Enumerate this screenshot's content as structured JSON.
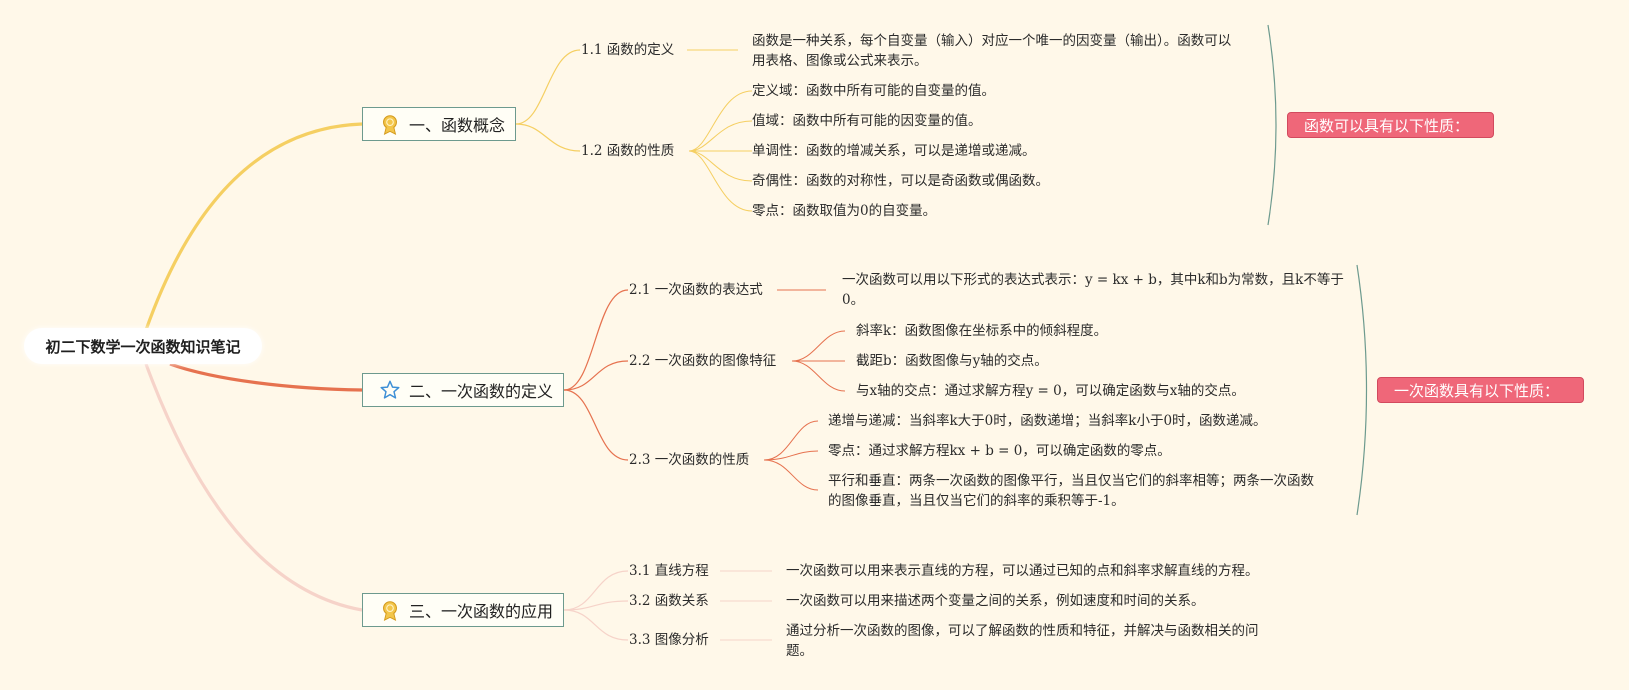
{
  "root": {
    "title": "初二下数学一次函数知识笔记"
  },
  "branches": [
    {
      "label": "一、函数概念",
      "icon": "medal-icon",
      "summary": "函数可以具有以下性质：",
      "children": [
        {
          "label": "1.1 函数的定义",
          "notes": [
            "函数是一种关系，每个自变量（输入）对应一个唯一的因变量（输出）。函数可以用表格、图像或公式来表示。"
          ]
        },
        {
          "label": "1.2 函数的性质",
          "notes": [
            "定义域：函数中所有可能的自变量的值。",
            "值域：函数中所有可能的因变量的值。",
            "单调性：函数的增减关系，可以是递增或递减。",
            "奇偶性：函数的对称性，可以是奇函数或偶函数。",
            "零点：函数取值为0的自变量。"
          ]
        }
      ]
    },
    {
      "label": "二、一次函数的定义",
      "icon": "star-icon",
      "summary": "一次函数具有以下性质：",
      "children": [
        {
          "label": "2.1 一次函数的表达式",
          "notes": [
            "一次函数可以用以下形式的表达式表示：y = kx + b，其中k和b为常数，且k不等于0。"
          ]
        },
        {
          "label": "2.2 一次函数的图像特征",
          "notes": [
            "斜率k：函数图像在坐标系中的倾斜程度。",
            "截距b：函数图像与y轴的交点。",
            "与x轴的交点：通过求解方程y = 0，可以确定函数与x轴的交点。"
          ]
        },
        {
          "label": "2.3 一次函数的性质",
          "notes": [
            "递增与递减：当斜率k大于0时，函数递增；当斜率k小于0时，函数递减。",
            "零点：通过求解方程kx + b = 0，可以确定函数的零点。",
            "平行和垂直：两条一次函数的图像平行，当且仅当它们的斜率相等；两条一次函数的图像垂直，当且仅当它们的斜率的乘积等于-1。"
          ]
        }
      ]
    },
    {
      "label": "三、一次函数的应用",
      "icon": "medal-icon",
      "children": [
        {
          "label": "3.1 直线方程",
          "notes": [
            "一次函数可以用来表示直线的方程，可以通过已知的点和斜率求解直线的方程。"
          ]
        },
        {
          "label": "3.2 函数关系",
          "notes": [
            "一次函数可以用来描述两个变量之间的关系，例如速度和时间的关系。"
          ]
        },
        {
          "label": "3.3 图像分析",
          "notes": [
            "通过分析一次函数的图像，可以了解函数的性质和特征，并解决与函数相关的问题。"
          ]
        }
      ]
    }
  ],
  "colors": {
    "background": "#fff8e9",
    "branch1": "#f5cf62",
    "branch2": "#e6724f",
    "branch3": "#f6d3c9",
    "summary_fill": "#ef6779",
    "node_border": "#6d9a8e",
    "bracket": "#6d9a8e"
  }
}
